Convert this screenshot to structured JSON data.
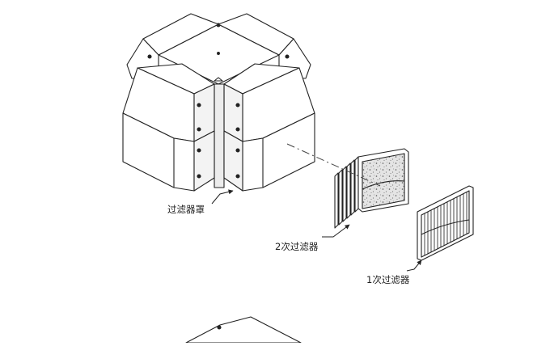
{
  "labels": {
    "filter_cover": "过滤器罩",
    "secondary_filter": "2次过滤器",
    "primary_filter": "1次过滤器"
  },
  "colors": {
    "line": "#222222",
    "fill": "#ffffff",
    "shade": "#e9e9e9",
    "media": "#d6d6d6"
  }
}
